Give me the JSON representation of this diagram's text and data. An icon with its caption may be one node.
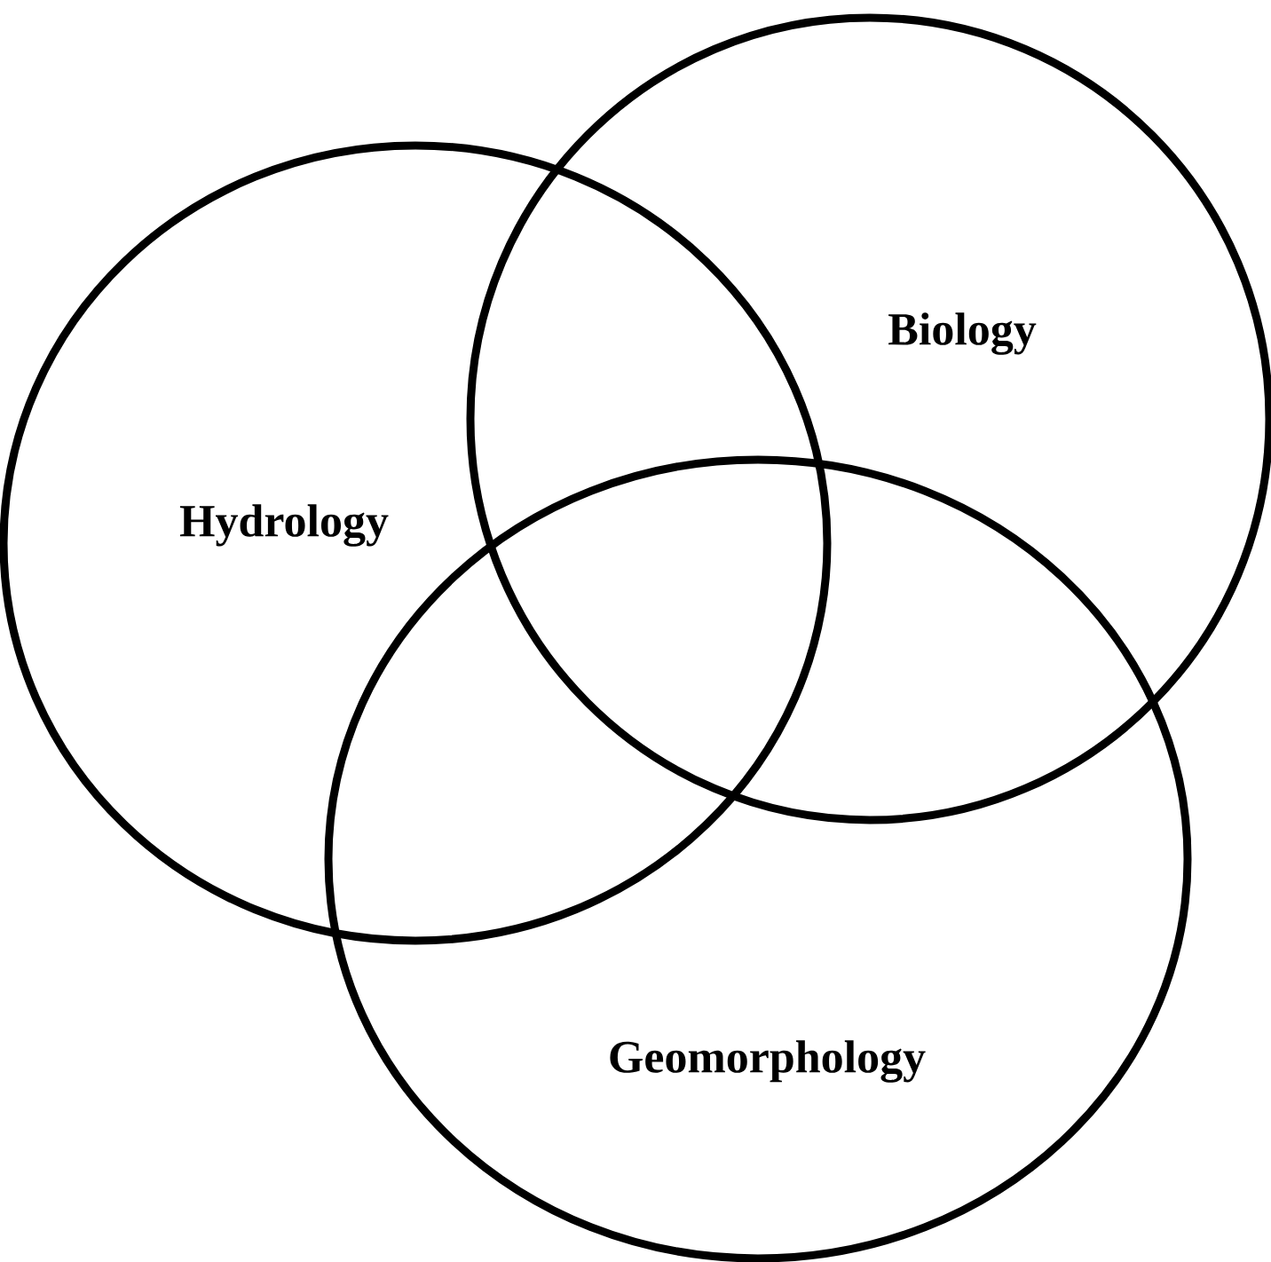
{
  "diagram": {
    "nodes": [
      {
        "text": [
          "Hydrology"
        ]
      },
      {
        "text": [
          "Biology"
        ]
      },
      {
        "text": [
          "Geomorphology"
        ]
      }
    ]
  }
}
